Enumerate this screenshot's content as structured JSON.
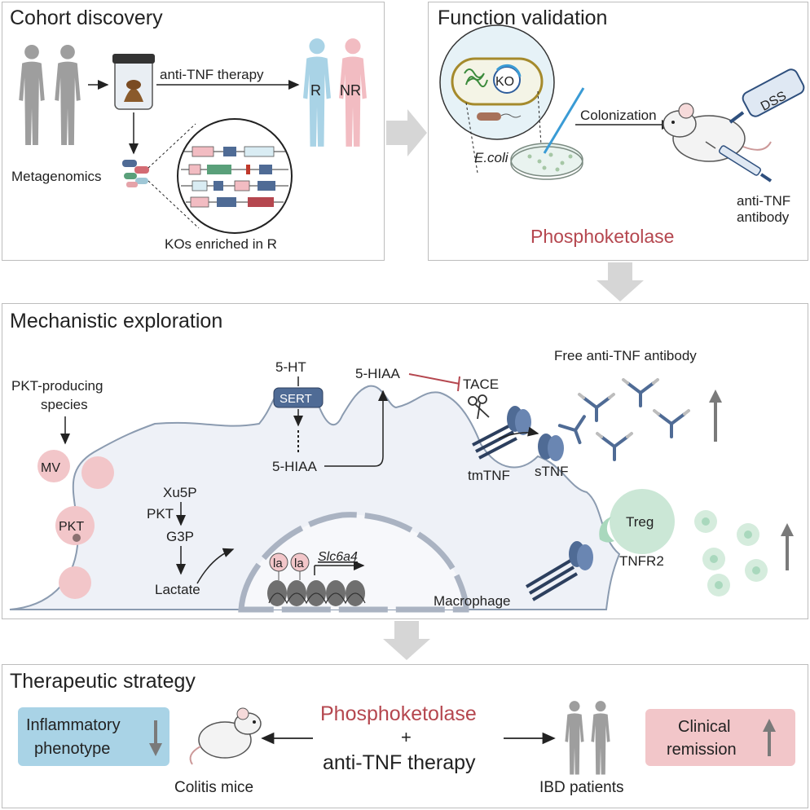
{
  "panels": {
    "cohort": {
      "title": "Cohort discovery",
      "therapy": "anti-TNF therapy",
      "responder": "R",
      "nonresponder": "NR",
      "metagenomics": "Metagenomics",
      "kos_enriched": "KOs enriched in R"
    },
    "function": {
      "title": "Function validation",
      "ko": "KO",
      "colonization": "Colonization",
      "ecoli": "E.coli",
      "dss": "DSS",
      "antibody_line1": "anti-TNF",
      "antibody_line2": "antibody",
      "enzyme": "Phosphoketolase"
    },
    "mechanistic": {
      "title": "Mechanistic exploration",
      "pkt_species_line1": "PKT-producing",
      "pkt_species_line2": "species",
      "mv": "MV",
      "pkt": "PKT",
      "serotonin": "5-HT",
      "sert": "SERT",
      "hiaa_inner": "5-HIAA",
      "hiaa_outer": "5-HIAA",
      "tace": "TACE",
      "free_antibody": "Free anti-TNF antibody",
      "xu5p": "Xu5P",
      "pkt_step": "PKT",
      "g3p": "G3P",
      "lactate": "Lactate",
      "la1": "la",
      "la2": "la",
      "gene": "Slc6a4",
      "tmtnf": "tmTNF",
      "stnf": "sTNF",
      "treg": "Treg",
      "tnfr2": "TNFR2",
      "macrophage": "Macrophage"
    },
    "therapeutic": {
      "title": "Therapeutic strategy",
      "inflammatory_line1": "Inflammatory",
      "inflammatory_line2": "phenotype",
      "enzyme": "Phosphoketolase",
      "plus": "+",
      "therapy": "anti-TNF therapy",
      "clinical_line1": "Clinical",
      "clinical_line2": "remission",
      "colitis_mice": "Colitis mice",
      "ibd_patients": "IBD patients"
    }
  },
  "colors": {
    "panel_border": "#bdbdbd",
    "enzyme_text": "#b5474f",
    "responder_blue": "#a9d3e6",
    "nonresponder_pink": "#f2bcc2",
    "cell_fill": "#eef1f7",
    "cell_border": "#8b9bb0",
    "sert_blue": "#4f6b95",
    "treg_green": "#cbe7d6",
    "inflammatory_box": "#a9d3e6",
    "remission_box": "#f2c6c9"
  }
}
